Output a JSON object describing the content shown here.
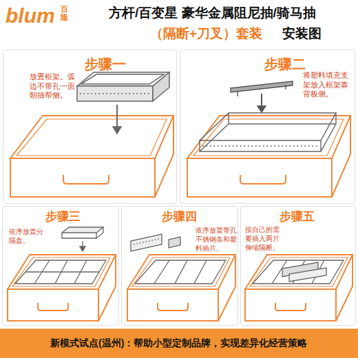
{
  "diagram": {
    "title": "方杆/百变星 豪华金属阻尼抽/骑马抽",
    "caption": "新模式试点(温州)：帮助小型定制品牌，实现差异化经营策略",
    "nodes": [
      {
        "text": [
          "步骤一",
          "放置框架。弧边不带孔一面朝抽帮侧。"
        ]
      },
      {
        "text": [
          "步骤二",
          "将塑料填充支架放入框架靠背板侧。"
        ]
      },
      {
        "text": [
          "步骤三",
          "依序放置分隔盘。"
        ]
      },
      {
        "text": [
          "步骤四",
          "依序放置带孔不锈钢条和塑料插片。"
        ]
      },
      {
        "text": [
          "步骤五",
          "按自己的需要插入两片伸缩隔断。"
        ]
      }
    ],
    "labels": [
      "blum",
      "百隆",
      "（隔断+刀叉）套装",
      "安装图"
    ]
  }
}
